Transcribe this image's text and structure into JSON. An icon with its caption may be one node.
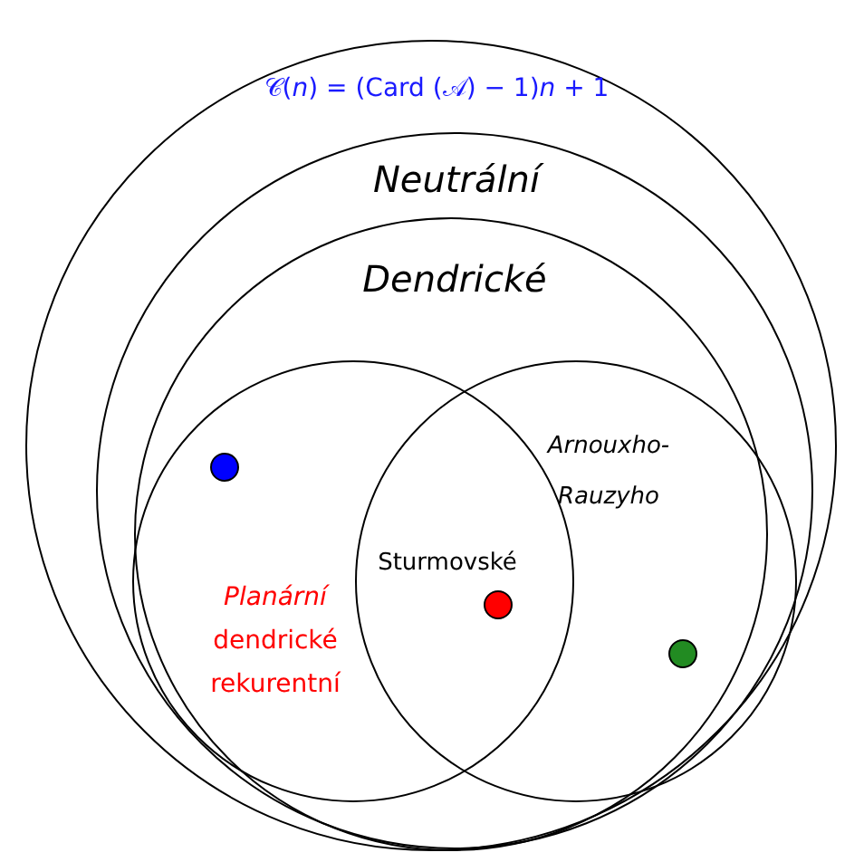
{
  "diagram": {
    "nodes": [
      {
        "text": [
          "𝒞(*n*) = (Card (𝒜) − 1)*n* + 1"
        ]
      },
      {
        "text": [
          "Neutrální"
        ],
        "in": 0
      },
      {
        "text": [
          "Dendrické"
        ],
        "in": 1
      },
      {
        "text": [
          "*Planární* dendrické rekurentní"
        ],
        "in": 2
      },
      {
        "text": [
          "Arnouxho-Rauzyho"
        ],
        "in": 2
      },
      {
        "text": [],
        "shape": "circle",
        "in": 3
      },
      {
        "text": [],
        "shape": "circle"
      },
      {
        "text": [],
        "shape": "circle",
        "in": 4
      }
    ],
    "labels": [
      "Sturmovské"
    ]
  }
}
